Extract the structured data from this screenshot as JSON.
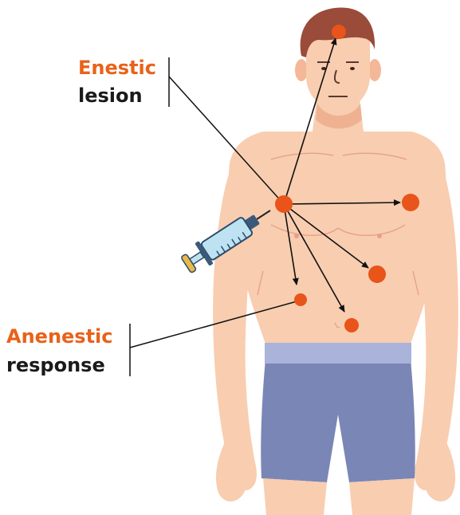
{
  "labels": {
    "enestic": {
      "line1": "Enestic",
      "line2": "lesion"
    },
    "anenestic": {
      "line1": "Anenestic",
      "line2": "response"
    }
  },
  "colors": {
    "accent": "#e8621a",
    "skin": "#f9cdb0",
    "skin_shadow": "#eaa787",
    "hair": "#9a4b3a",
    "shorts": "#7a86b6",
    "waistband": "#aab3d9",
    "dot": "#e8541a",
    "syringe": "#bfe2f2"
  },
  "icons": {
    "syringe": "syringe-icon",
    "body": "human-torso-illustration"
  }
}
